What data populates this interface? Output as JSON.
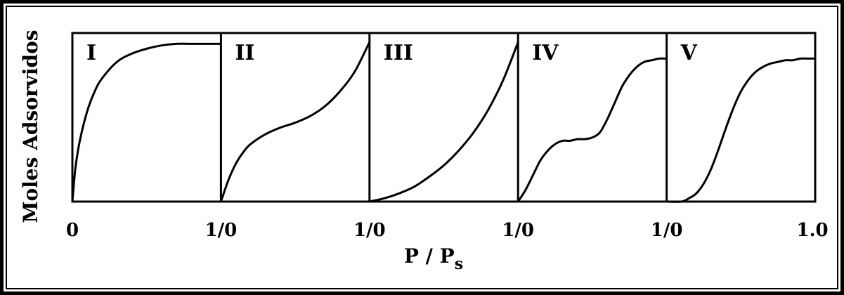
{
  "colors": {
    "background": "#ffffff",
    "frame": "#000000",
    "curve": "#000000"
  },
  "chart_data": {
    "type": "line",
    "title": "",
    "xlabel": "P / P",
    "xlabel_subscript": "s",
    "ylabel": "Moles Adsorvidos",
    "grid": false,
    "x_tick_labels": [
      "0",
      "1/0",
      "1/0",
      "1/0",
      "1/0",
      "1.0"
    ],
    "panels": [
      {
        "label": "I",
        "xlim": [
          0,
          1
        ],
        "ylim": [
          0,
          1
        ],
        "x": [
          0,
          0.02,
          0.05,
          0.1,
          0.15,
          0.2,
          0.3,
          0.4,
          0.5,
          0.6,
          0.7,
          0.8,
          1.0
        ],
        "y": [
          0,
          0.2,
          0.37,
          0.55,
          0.67,
          0.75,
          0.85,
          0.9,
          0.93,
          0.95,
          0.96,
          0.96,
          0.96
        ]
      },
      {
        "label": "II",
        "xlim": [
          0,
          1
        ],
        "ylim": [
          0,
          1
        ],
        "x": [
          0,
          0.05,
          0.1,
          0.15,
          0.2,
          0.3,
          0.4,
          0.5,
          0.6,
          0.7,
          0.8,
          0.9,
          1.0
        ],
        "y": [
          0,
          0.13,
          0.23,
          0.3,
          0.35,
          0.41,
          0.45,
          0.48,
          0.52,
          0.58,
          0.67,
          0.79,
          0.97
        ]
      },
      {
        "label": "III",
        "xlim": [
          0,
          1
        ],
        "ylim": [
          0,
          1
        ],
        "x": [
          0,
          0.1,
          0.2,
          0.3,
          0.4,
          0.5,
          0.6,
          0.7,
          0.8,
          0.9,
          1.0
        ],
        "y": [
          0,
          0.02,
          0.05,
          0.09,
          0.15,
          0.22,
          0.31,
          0.42,
          0.56,
          0.74,
          0.97
        ]
      },
      {
        "label": "IV",
        "xlim": [
          0,
          1
        ],
        "ylim": [
          0,
          1
        ],
        "x": [
          0,
          0.05,
          0.1,
          0.15,
          0.2,
          0.25,
          0.3,
          0.35,
          0.4,
          0.45,
          0.5,
          0.55,
          0.6,
          0.65,
          0.7,
          0.75,
          0.8,
          0.85,
          0.9,
          0.95,
          1.0
        ],
        "y": [
          0,
          0.07,
          0.16,
          0.25,
          0.31,
          0.35,
          0.37,
          0.37,
          0.38,
          0.38,
          0.39,
          0.42,
          0.5,
          0.6,
          0.7,
          0.77,
          0.82,
          0.85,
          0.86,
          0.87,
          0.87
        ]
      },
      {
        "label": "V",
        "xlim": [
          0,
          1
        ],
        "ylim": [
          0,
          1
        ],
        "x": [
          0,
          0.1,
          0.15,
          0.2,
          0.25,
          0.3,
          0.35,
          0.4,
          0.45,
          0.5,
          0.55,
          0.6,
          0.65,
          0.7,
          0.75,
          0.8,
          0.85,
          0.9,
          0.95,
          1.0
        ],
        "y": [
          0,
          0,
          0.02,
          0.05,
          0.11,
          0.2,
          0.32,
          0.45,
          0.57,
          0.67,
          0.74,
          0.79,
          0.82,
          0.84,
          0.85,
          0.86,
          0.86,
          0.87,
          0.87,
          0.87
        ]
      }
    ]
  }
}
